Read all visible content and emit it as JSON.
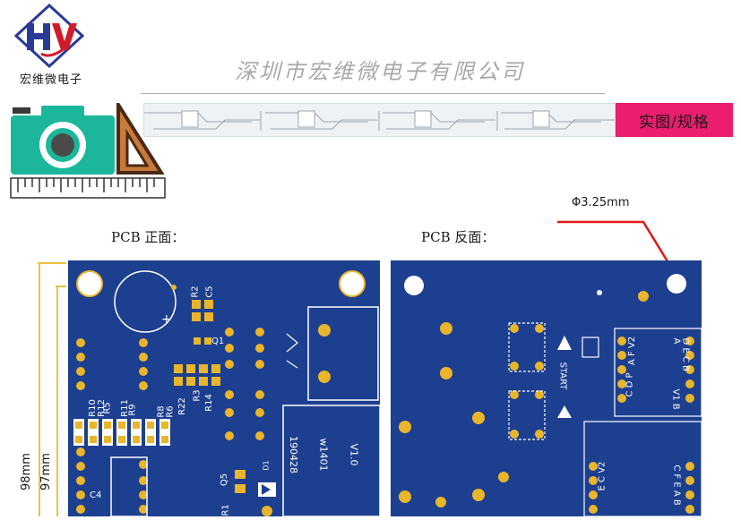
{
  "logo": {
    "caption": "宏维微电子"
  },
  "header": {
    "company": "深圳市宏维微电子有限公司",
    "badge": "实图/规格"
  },
  "labels": {
    "front": "PCB 正面：",
    "back": "PCB 反面：",
    "hole": "Φ3.25mm"
  },
  "dims": {
    "a": "98mm",
    "b": "97mm"
  },
  "front_silk": {
    "r2": "R2",
    "c5": "C5",
    "q1": "Q1",
    "r10": "R10",
    "r12": "R12",
    "r5": "R5",
    "r11": "R11",
    "r9": "R9",
    "r8": "R8",
    "r6": "R6",
    "r22": "R22",
    "r3": "R3",
    "r14": "R14",
    "c4": "C4",
    "q5": "Q5",
    "d1": "D1",
    "r1": "R1",
    "date": "190428",
    "model": "w1401",
    "ver": "V1.0"
  },
  "back_silk": {
    "start": "START",
    "seg_a": "A F V2",
    "seg_b": "C D P",
    "seg_c": "D E C B A",
    "seg_d": "V1 B",
    "seg_e": "E C V2",
    "seg_f": "C F E A B"
  },
  "colors": {
    "accent": "#ea1d6f",
    "pcb": "#1d3f8f",
    "pad": "#e8b52c",
    "camera": "#1cb79b",
    "logo": "#2b3a97"
  }
}
